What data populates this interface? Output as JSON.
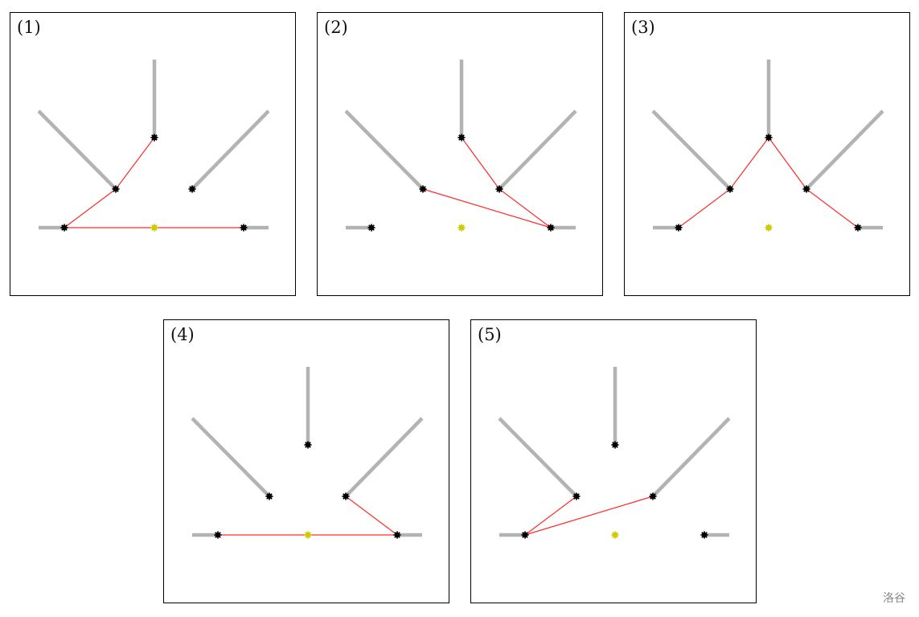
{
  "panels": [
    {
      "label": "(1)",
      "edges": [
        [
          "bl",
          "br"
        ],
        [
          "bl",
          "leftmid"
        ],
        [
          "leftmid",
          "top"
        ]
      ],
      "visible_nodes": [
        "top",
        "leftmid",
        "rightmid",
        "bl",
        "br"
      ]
    },
    {
      "label": "(2)",
      "edges": [
        [
          "top",
          "rightmid"
        ],
        [
          "rightmid",
          "br"
        ],
        [
          "br",
          "leftmid"
        ]
      ],
      "visible_nodes": [
        "top",
        "leftmid",
        "rightmid",
        "bl",
        "br"
      ]
    },
    {
      "label": "(3)",
      "edges": [
        [
          "bl",
          "leftmid"
        ],
        [
          "leftmid",
          "top"
        ],
        [
          "top",
          "rightmid"
        ],
        [
          "rightmid",
          "br"
        ]
      ],
      "visible_nodes": [
        "top",
        "leftmid",
        "rightmid",
        "bl",
        "br"
      ]
    },
    {
      "label": "(4)",
      "edges": [
        [
          "bl",
          "br"
        ],
        [
          "br",
          "rightmid"
        ]
      ],
      "visible_nodes": [
        "top",
        "leftmid",
        "rightmid",
        "bl",
        "br"
      ]
    },
    {
      "label": "(5)",
      "edges": [
        [
          "bl",
          "leftmid"
        ],
        [
          "bl",
          "rightmid"
        ]
      ],
      "visible_nodes": [
        "top",
        "leftmid",
        "rightmid",
        "bl",
        "br"
      ]
    }
  ],
  "colors": {
    "branch": "#b3b3b3",
    "path": "#ff2a2a",
    "node": "#000000",
    "center": "#cccc00"
  },
  "watermark": "洛谷"
}
